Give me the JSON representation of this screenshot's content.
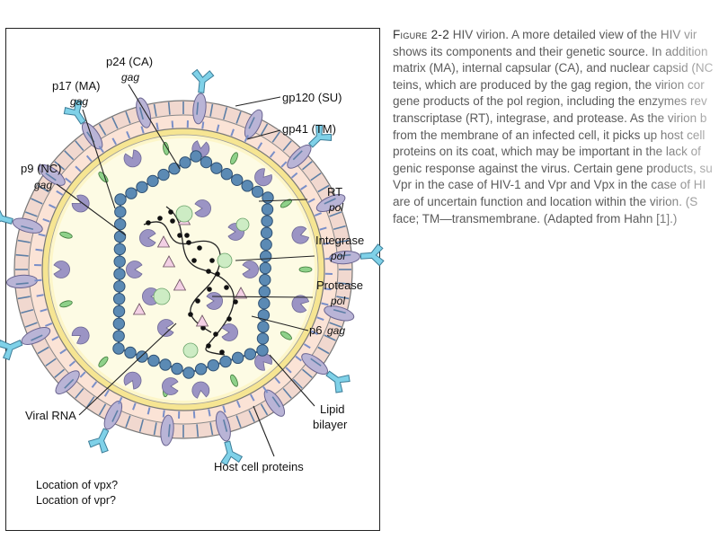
{
  "figure": {
    "labels": {
      "p24": "p24 (CA)",
      "p24_src": "gag",
      "p17": "p17 (MA)",
      "p17_src": "gag",
      "gp120": "gp120 (SU)",
      "gp41": "gp41 (TM)",
      "p9": "p9 (NC)",
      "p9_src": "gag",
      "rt": "RT",
      "rt_src": "pol",
      "integrase": "Integrase",
      "integrase_src": "pol",
      "protease": "Protease",
      "protease_src": "pol",
      "p6": "p6",
      "p6_src": "gag",
      "viral_rna": "Viral RNA",
      "lipid_1": "Lipid",
      "lipid_2": "bilayer",
      "host_cell": "Host cell proteins",
      "vpx": "Location of vpx?",
      "vpr": "Location of vpr?"
    }
  },
  "caption": {
    "fig_label": "Figure 2-2",
    "line1": "HIV virion. A more detailed view of the HIV vir",
    "line2": "shows its components and their genetic source. In addition",
    "line3": "matrix (MA), internal capsular (CA), and nuclear capsid (NC",
    "line4": "teins, which are produced by the gag region, the virion cor",
    "line5": "gene products of the pol region, including the enzymes rev",
    "line6": "transcriptase (RT), integrase, and protease. As the virion b",
    "line7": "from the membrane of an infected cell, it picks up host cell",
    "line8": "proteins on its coat, which may be important in the lack of",
    "line9": "genic response against the virus. Certain gene products, su",
    "line10": "Vpr in the case of HIV-1 and Vpr and Vpx in the case of HI",
    "line11": "are of uncertain function and location within the virion. (S",
    "line12": "face; TM—transmembrane. (Adapted from Hahn [1].)"
  },
  "colors": {
    "outer_ring": "#fbe3d6",
    "matrix_ring": "#f6e592",
    "core_fill": "#fdfbe4",
    "capsid_bead": "#5b8ab4",
    "gp120": "#7fd1e8",
    "gp41": "#b9b4d6",
    "pacman": "#9b94c4",
    "triangle": "#f3d0e4",
    "oval_green": "#8fd18a",
    "circle_green": "#cdecc4"
  }
}
